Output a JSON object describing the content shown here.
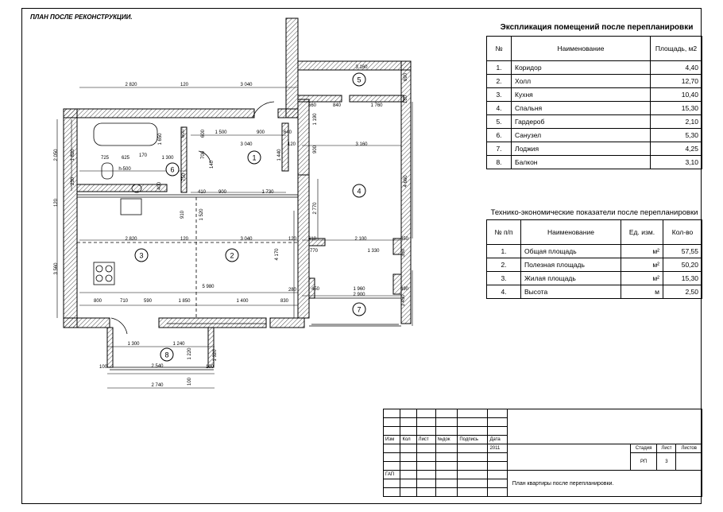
{
  "page_title": "ПЛАН ПОСЛЕ  РЕКОНСТРУКЦИИ.",
  "explication": {
    "title": "Экспликация помещений после перепланировки",
    "headers": [
      "№",
      "Наименование",
      "Площадь, м2"
    ],
    "rows": [
      {
        "n": "1.",
        "name": "Коридор",
        "area": "4,40"
      },
      {
        "n": "2.",
        "name": "Холл",
        "area": "12,70"
      },
      {
        "n": "3.",
        "name": "Кухня",
        "area": "10,40"
      },
      {
        "n": "4.",
        "name": "Спальня",
        "area": "15,30"
      },
      {
        "n": "5.",
        "name": "Гардероб",
        "area": "2,10"
      },
      {
        "n": "6.",
        "name": "Санузел",
        "area": "5,30"
      },
      {
        "n": "7.",
        "name": "Лоджия",
        "area": "4,25"
      },
      {
        "n": "8.",
        "name": "Балкон",
        "area": "3,10"
      }
    ]
  },
  "indicators": {
    "title": "Технико-экономические показатели после перепланировки",
    "headers": [
      "№ п/п",
      "Наименование",
      "Ед. изм.",
      "Кол-во"
    ],
    "rows": [
      {
        "n": "1.",
        "name": "Общая площадь",
        "unit": "м²",
        "value": "57,55"
      },
      {
        "n": "2.",
        "name": "Полезная площадь",
        "unit": "м²",
        "value": "50,20"
      },
      {
        "n": "3.",
        "name": "Жилая  площадь",
        "unit": "м²",
        "value": "15,30"
      },
      {
        "n": "4.",
        "name": "Высота",
        "unit": "м",
        "value": "2,50"
      }
    ]
  },
  "stamp": {
    "col_headers": [
      "Изм",
      "Кол",
      "Лист",
      "№док",
      "Подпись",
      "Дата"
    ],
    "year": "2011",
    "gap_label": "ГАП",
    "stage_header": "Стадия",
    "sheet_header": "Лист",
    "sheets_header": "Листов",
    "stage": "РП",
    "sheet": "3",
    "sheets": "",
    "description": "План квартиры после перепланировки."
  },
  "plan": {
    "rooms": [
      "1",
      "2",
      "3",
      "4",
      "5",
      "6",
      "7",
      "8"
    ],
    "dims": [
      "2 820",
      "120",
      "3 040",
      "3 160",
      "690",
      "560",
      "840",
      "1 760",
      "180",
      "1 500",
      "900",
      "640",
      "1 190",
      "3 040",
      "120",
      "900",
      "3 160",
      "600",
      "600",
      "1 650",
      "1 820",
      "2 050",
      "230",
      "120",
      "3 560",
      "725",
      "625",
      "170",
      "h-500",
      "1 300",
      "700",
      "140",
      "400",
      "750",
      "410",
      "900",
      "1 730",
      "1 440",
      "910",
      "1 520",
      "2 770",
      "4 660",
      "2 820",
      "120",
      "3 040",
      "120",
      "610",
      "2 100",
      "450",
      "770",
      "1 330",
      "350",
      "4 170",
      "5 980",
      "280",
      "450",
      "1 960",
      "490",
      "800",
      "710",
      "590",
      "1 850",
      "1 400",
      "830",
      "2 900",
      "1 450",
      "1 300",
      "1 240",
      "1 220",
      "1 320",
      "100",
      "2 540",
      "100",
      "2 740",
      "100"
    ]
  }
}
